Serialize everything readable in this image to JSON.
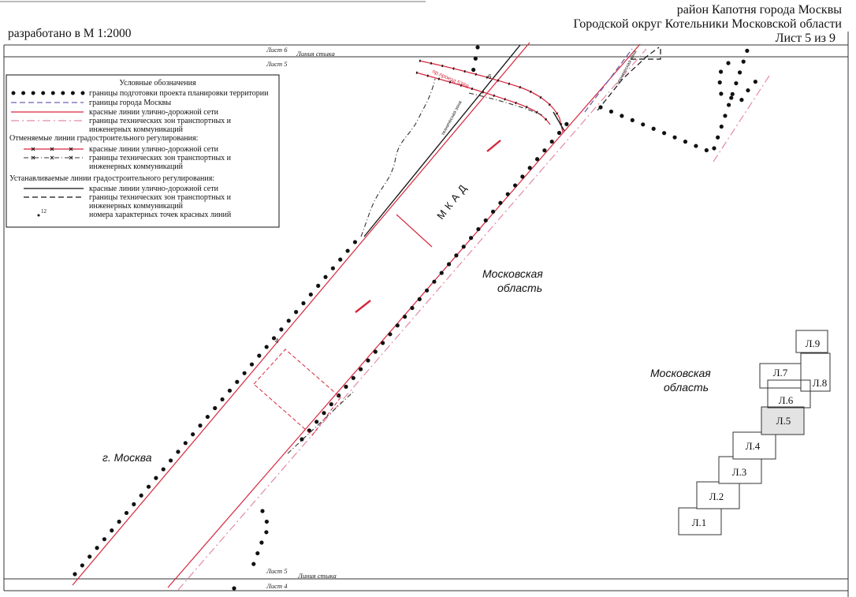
{
  "header": {
    "district": "район Капотня города Москвы",
    "okrug": "Городской округ Котельники Московской области",
    "sheet_counter": "Лист 5 из 9",
    "scale_note": "разработано в М 1:2000"
  },
  "junction_top": {
    "upper_sheet": "Лист 6",
    "line_label": "Линия стыка",
    "lower_sheet": "Лист 5"
  },
  "junction_bottom": {
    "upper_sheet": "Лист 5",
    "line_label": "Линия стыка",
    "lower_sheet": "Лист 4"
  },
  "legend": {
    "title": "Условные обозначения",
    "current": [
      {
        "symbol": "dotted-black-line",
        "label": "границы подготовки проекта планировки территории"
      },
      {
        "symbol": "dashed-blue-line",
        "label": "границы города Москвы"
      },
      {
        "symbol": "solid-red-line",
        "label": "красные линии улично-дорожной сети"
      },
      {
        "symbol": "dashed-pink-line",
        "label": "границы технических зон транспортных и",
        "label_cont": "инженерных коммуникаций"
      }
    ],
    "cancelled": {
      "heading": "Отменяемые линии градостроительного регулирования:",
      "items": [
        {
          "symbol": "red-crossed-line",
          "label": "красные линии улично-дорожной сети"
        },
        {
          "symbol": "dark-crossed-line",
          "label": "границы технических зон транспортных и",
          "label_cont": "инженерных коммуникаций"
        }
      ]
    },
    "established": {
      "heading": "Устанавливаемые линии градостроительного регулирования:",
      "items": [
        {
          "symbol": "solid-black-line",
          "label": "красные линии улично-дорожной сети"
        },
        {
          "symbol": "dashed-black-line",
          "label": "границы технических зон транспортных и",
          "label_cont": "инженерных коммуникаций"
        }
      ]
    },
    "point_numbers": {
      "sample": "12",
      "label": "номера характерных точек красных линий"
    }
  },
  "map_labels": {
    "road": "МКАД",
    "region_center": [
      "Московская",
      "область"
    ],
    "region_right": [
      "Московская",
      "область"
    ],
    "city": "г. Москва",
    "street": "пр.проезд 5369",
    "tech_zone_left": "техническая зона",
    "tech_zone_right": "техническая зона",
    "point_6": "6",
    "point_4": "4"
  },
  "index_map": {
    "sheets": [
      {
        "label": "Л.1"
      },
      {
        "label": "Л.2"
      },
      {
        "label": "Л.3"
      },
      {
        "label": "Л.4"
      },
      {
        "label": "Л.5",
        "highlighted": true
      },
      {
        "label": "Л.6"
      },
      {
        "label": "Л.7"
      },
      {
        "label": "Л.8"
      },
      {
        "label": "Л.9"
      }
    ]
  },
  "colors": {
    "red_line": "#d7263d",
    "tech_zone_pink": "#e48aa3",
    "moscow_boundary": "#6a63b0",
    "ink": "#111111",
    "current_sheet_fill": "#e3e3e3"
  }
}
